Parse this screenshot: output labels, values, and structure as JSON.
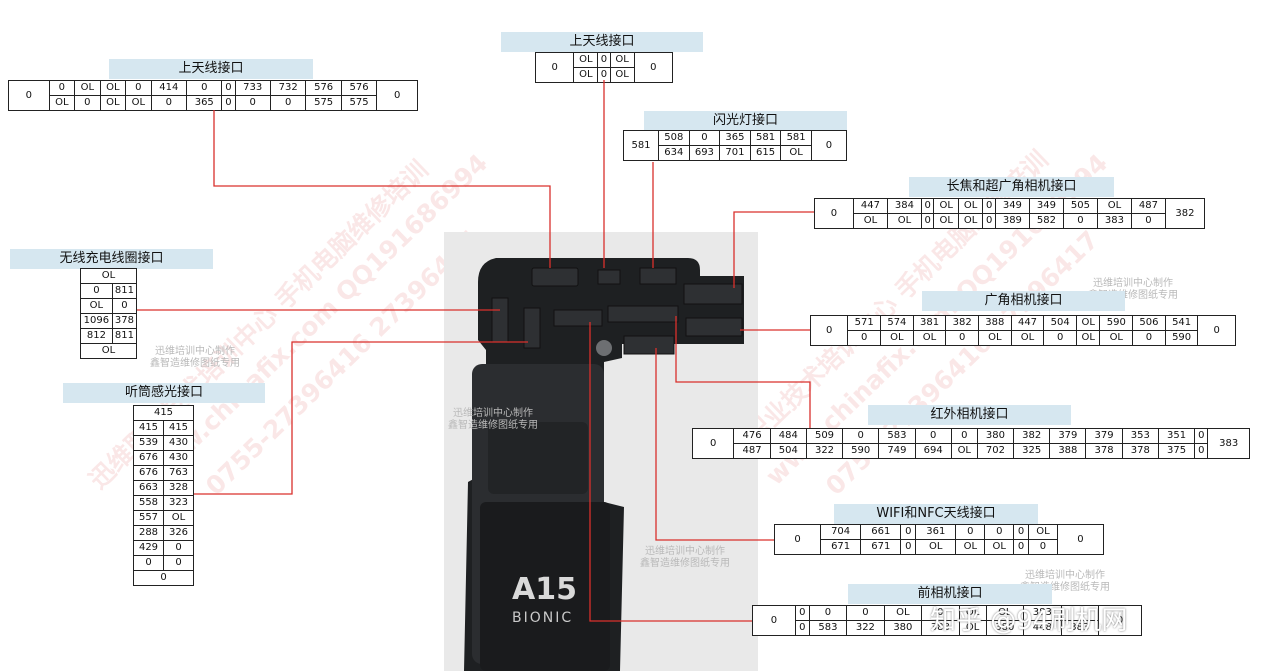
{
  "watermarks": {
    "diagonal": [
      "迅维职业技术培训中心 手机电脑维修培训",
      "www.chinafix.com QQ191686994",
      "0755-27396416 27396417",
      "迅维职业技术培训中心 手机电脑维修培训",
      "www.chinafix.com QQ191686994",
      "0755-27396416 27396417"
    ],
    "stamp_line1": "迅维培训中心制作",
    "stamp_line2": "鑫智造维修图纸专用",
    "zhihu": "知乎 @94刷机网"
  },
  "chip": {
    "name": "A15",
    "sub": "BIONIC"
  },
  "connectors": [
    {
      "id": "ant-left",
      "title": "上天线接口",
      "left": "0",
      "right": "0",
      "rows": [
        [
          "0",
          "OL",
          "OL",
          "0",
          "414",
          "0",
          "0",
          "733",
          "732",
          "576",
          "576"
        ],
        [
          "OL",
          "0",
          "OL",
          "OL",
          "0",
          "365",
          "0",
          "0",
          "0",
          "575",
          "575"
        ]
      ]
    },
    {
      "id": "ant-top",
      "title": "上天线接口",
      "left": "0",
      "right": "0",
      "rows": [
        [
          "OL",
          "0",
          "OL"
        ],
        [
          "OL",
          "0",
          "OL"
        ]
      ]
    },
    {
      "id": "flash",
      "title": "闪光灯接口",
      "left": "581",
      "right": "0",
      "rows": [
        [
          "508",
          "0",
          "365",
          "581",
          "581"
        ],
        [
          "634",
          "693",
          "701",
          "615",
          "OL"
        ]
      ]
    },
    {
      "id": "tele",
      "title": "长焦和超广角相机接口",
      "left": "0",
      "right": "382",
      "rows": [
        [
          "447",
          "384",
          "0",
          "OL",
          "OL",
          "0",
          "349",
          "349",
          "505",
          "OL",
          "487"
        ],
        [
          "OL",
          "OL",
          "0",
          "OL",
          "OL",
          "0",
          "389",
          "582",
          "0",
          "383",
          "0"
        ]
      ]
    },
    {
      "id": "wide",
      "title": "广角相机接口",
      "left": "0",
      "right": "0",
      "rows": [
        [
          "571",
          "574",
          "381",
          "382",
          "388",
          "447",
          "504",
          "OL",
          "590",
          "506",
          "541"
        ],
        [
          "0",
          "OL",
          "OL",
          "0",
          "OL",
          "OL",
          "0",
          "OL",
          "OL",
          "0",
          "590"
        ]
      ]
    },
    {
      "id": "ir",
      "title": "红外相机接口",
      "left": "0",
      "right": "383",
      "rows": [
        [
          "476",
          "484",
          "509",
          "0",
          "583",
          "0",
          "0",
          "380",
          "382",
          "379",
          "379",
          "353",
          "351",
          "0"
        ],
        [
          "487",
          "504",
          "322",
          "590",
          "749",
          "694",
          "OL",
          "702",
          "325",
          "388",
          "378",
          "378",
          "375",
          "0"
        ]
      ]
    },
    {
      "id": "wifi",
      "title": "WIFI和NFC天线接口",
      "left": "0",
      "right": "0",
      "rows": [
        [
          "704",
          "661",
          "0",
          "361",
          "0",
          "0",
          "0",
          "OL"
        ],
        [
          "671",
          "671",
          "0",
          "OL",
          "OL",
          "OL",
          "0",
          "0"
        ]
      ]
    },
    {
      "id": "front",
      "title": "前相机接口",
      "left": "0",
      "right": "0",
      "rows": [
        [
          "0",
          "0",
          "0",
          "OL",
          "0",
          "OL",
          "OL",
          "383"
        ],
        [
          "0",
          "583",
          "322",
          "380",
          "388",
          "OL",
          "380",
          "448",
          "383"
        ]
      ]
    },
    {
      "id": "coil",
      "title": "无线充电线圈接口",
      "top": "OL",
      "bottom": "OL",
      "rows": [
        [
          "0",
          "811"
        ],
        [
          "OL",
          "0"
        ],
        [
          "1096",
          "378"
        ],
        [
          "812",
          "811"
        ]
      ]
    },
    {
      "id": "ear",
      "title": "听筒感光接口",
      "top": "415",
      "bottom": "0",
      "rows": [
        [
          "415",
          "415"
        ],
        [
          "539",
          "430"
        ],
        [
          "676",
          "430"
        ],
        [
          "676",
          "763"
        ],
        [
          "663",
          "328"
        ],
        [
          "558",
          "323"
        ],
        [
          "557",
          "OL"
        ],
        [
          "288",
          "326"
        ],
        [
          "429",
          "0"
        ],
        [
          "0",
          "0"
        ]
      ]
    }
  ],
  "colors": {
    "line": "#d9302c",
    "title_bg": "#d6e7f0",
    "pcb": "#1e2022"
  }
}
